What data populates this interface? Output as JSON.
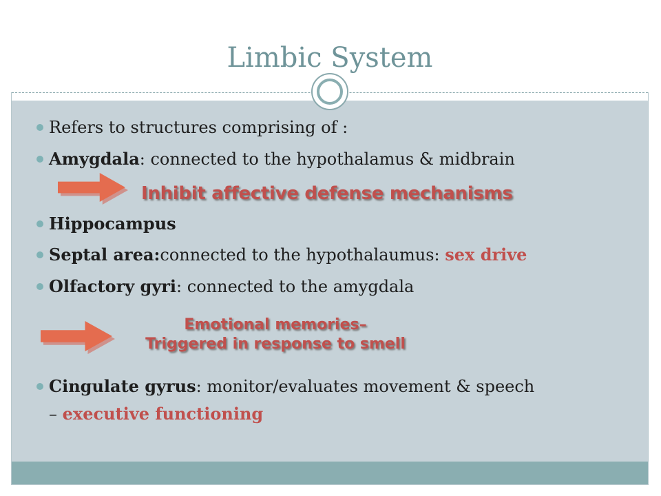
{
  "slide": {
    "title": "Limbic System",
    "bullets": [
      {
        "plain": "Refers to structures comprising of :"
      },
      {
        "bold": "Amygdala",
        "rest": ": connected to the hypothalamus & midbrain"
      },
      {
        "bold": "Hippocampus"
      },
      {
        "bold": "Septal area:",
        "rest": "connected to the hypothalaumus: ",
        "red": "sex drive"
      },
      {
        "bold": "Olfactory gyri",
        "rest": ": connected to the amygdala"
      },
      {
        "bold": "Cingulate gyrus",
        "rest": ": monitor/evaluates movement & speech",
        "line2_prefix": "– ",
        "red": "executive functioning"
      }
    ],
    "callouts": {
      "first": "Inhibit affective defense mechanisms",
      "second_line1": "Emotional  memories–",
      "second_line2": "Triggered in response to smell"
    },
    "colors": {
      "title": "#6f9499",
      "content_bg": "#c6d2d8",
      "accent_bar": "#8aaeb1",
      "arrow": "#e46c4f",
      "emphasis": "#c0504d"
    }
  }
}
